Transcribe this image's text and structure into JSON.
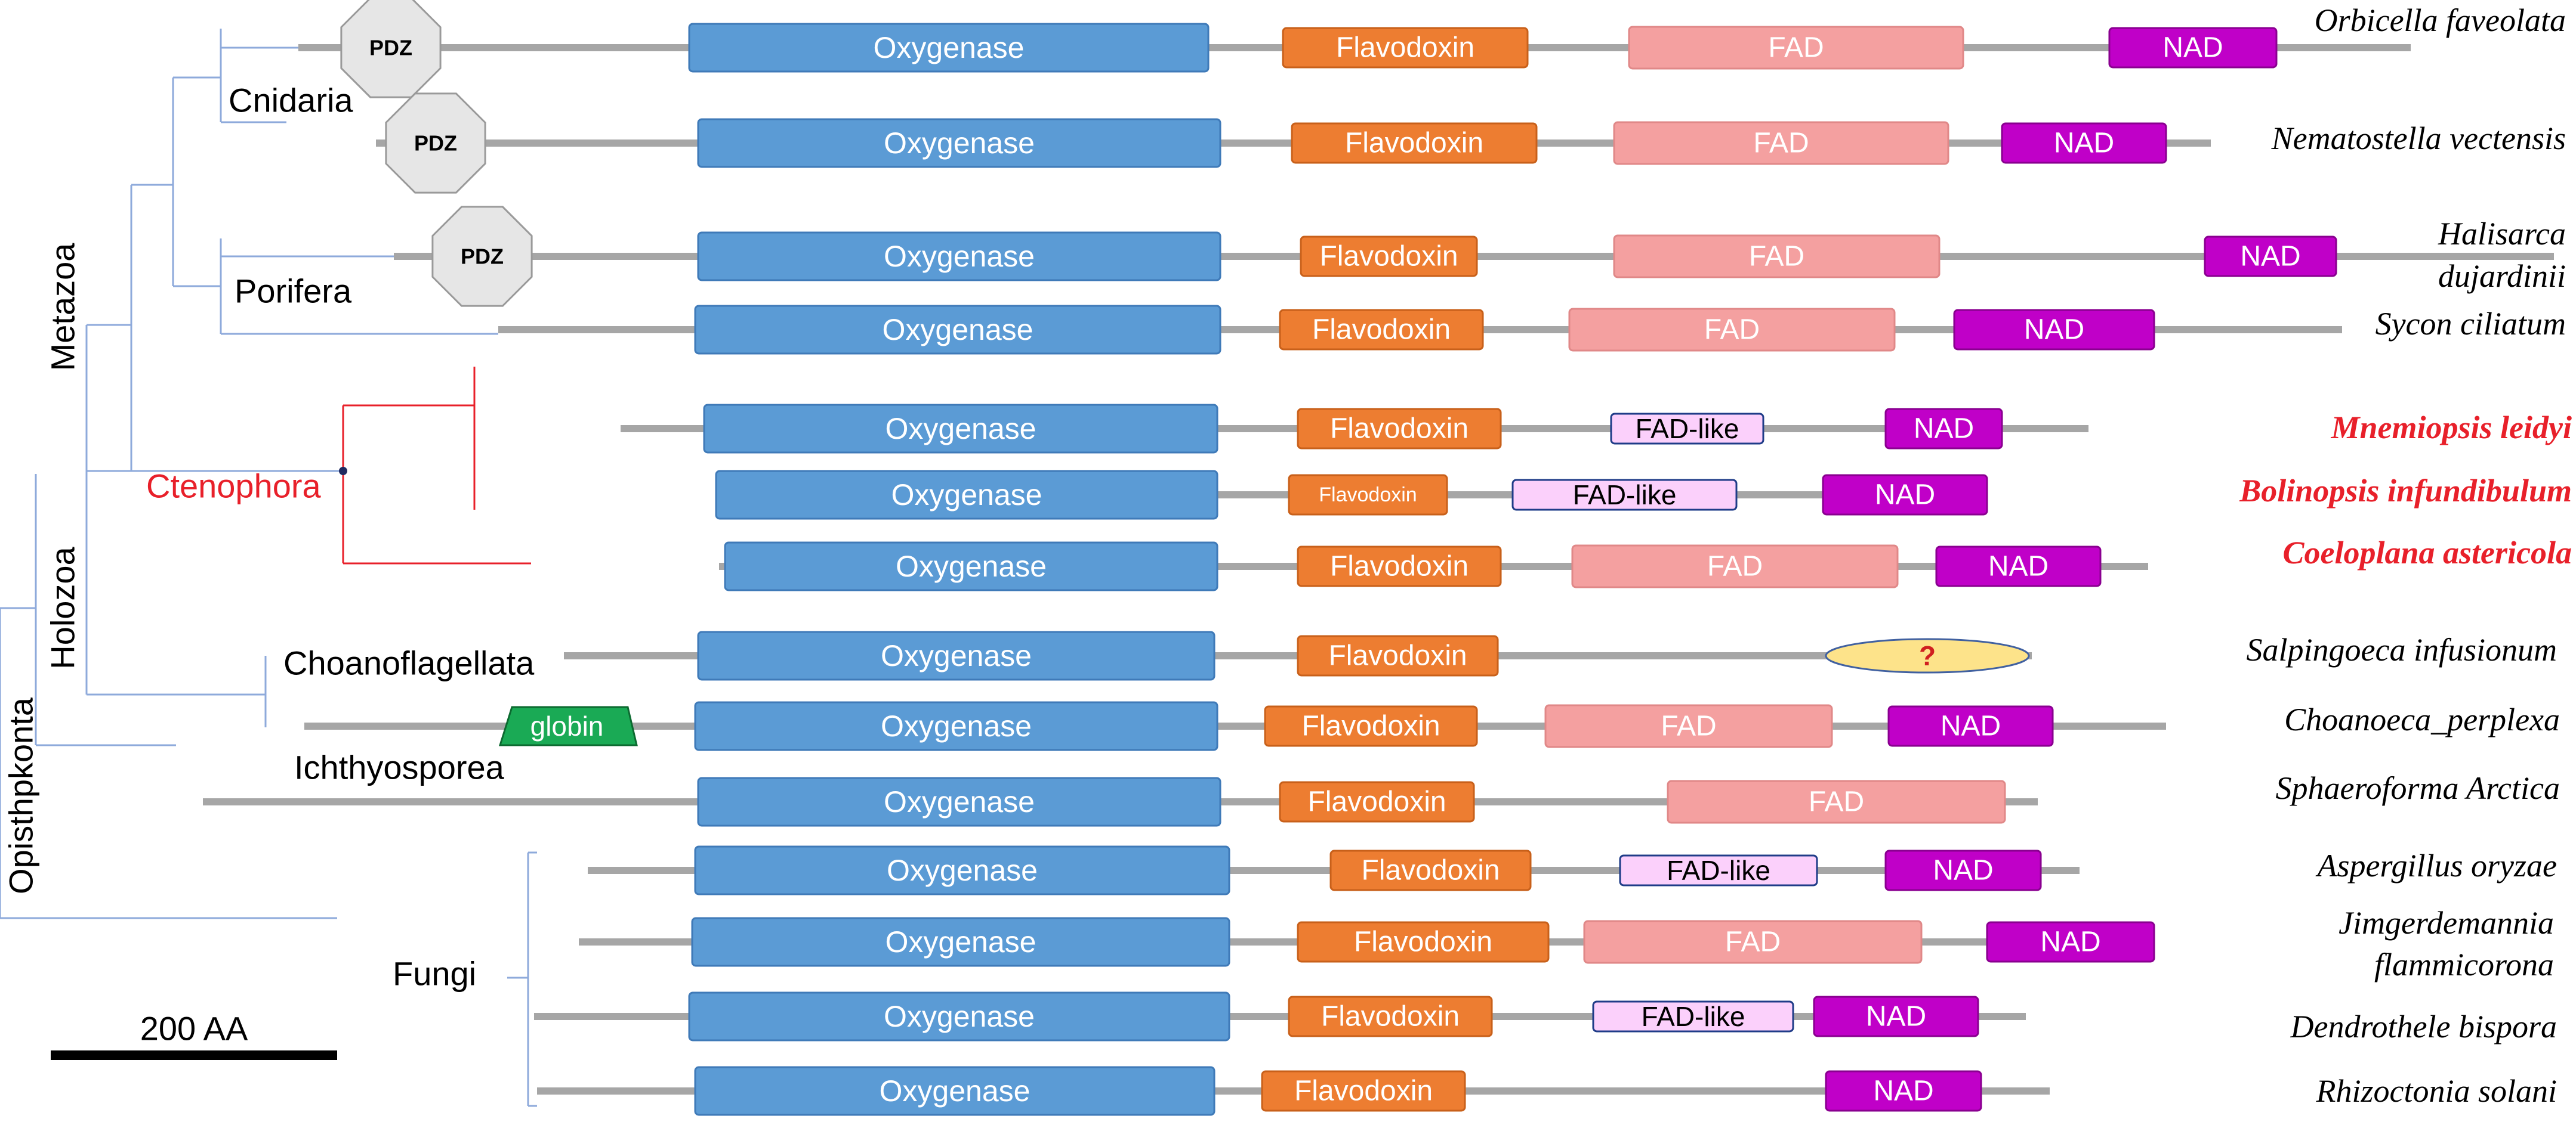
{
  "colors": {
    "backbone": "#a6a6a6",
    "tree_branch": "#8eaadb",
    "ctenophore_red": "#e8202a",
    "oxygenase": "#5b9bd5",
    "flavodoxin": "#ed7d31",
    "fad": "#f4a0a0",
    "fad_like_fill": "#fbd0fb",
    "fad_like_border": "#1f3c88",
    "nad": "#c000c8",
    "pdz_fill": "#e6e6e6",
    "globin": "#1aaa55",
    "unknown_fill": "#fde38a",
    "unknown_text": "#d02020",
    "scale_bar": "#000000"
  },
  "tree": {
    "clades": {
      "cnidaria": "Cnidaria",
      "porifera": "Porifera",
      "metazoa": "Metazoa",
      "ctenophora": "Ctenophora",
      "holozoa": "Holozoa",
      "choanoflagellata": "Choanoflagellata",
      "opisthokonta": "Opisthpkonta",
      "ichthyosporea": "Ichthyosporea",
      "fungi": "Fungi"
    }
  },
  "scale_bar": {
    "label": "200 AA"
  },
  "proteins": [
    {
      "species": "Orbicella faveolata",
      "ctenophore": false,
      "domains": [
        {
          "type": "pdz",
          "label": "PDZ"
        },
        {
          "type": "oxygenase",
          "label": "Oxygenase"
        },
        {
          "type": "flavodoxin",
          "label": "Flavodoxin"
        },
        {
          "type": "fad",
          "label": "FAD"
        },
        {
          "type": "nad",
          "label": "NAD"
        }
      ]
    },
    {
      "species": "Nematostella vectensis",
      "ctenophore": false,
      "domains": [
        {
          "type": "pdz",
          "label": "PDZ"
        },
        {
          "type": "oxygenase",
          "label": "Oxygenase"
        },
        {
          "type": "flavodoxin",
          "label": "Flavodoxin"
        },
        {
          "type": "fad",
          "label": "FAD"
        },
        {
          "type": "nad",
          "label": "NAD"
        }
      ]
    },
    {
      "species": [
        "Halisarca",
        "dujardinii"
      ],
      "ctenophore": false,
      "domains": [
        {
          "type": "pdz",
          "label": "PDZ"
        },
        {
          "type": "oxygenase",
          "label": "Oxygenase"
        },
        {
          "type": "flavodoxin",
          "label": "Flavodoxin"
        },
        {
          "type": "fad",
          "label": "FAD"
        },
        {
          "type": "nad",
          "label": "NAD"
        }
      ]
    },
    {
      "species": "Sycon ciliatum",
      "ctenophore": false,
      "domains": [
        {
          "type": "oxygenase",
          "label": "Oxygenase"
        },
        {
          "type": "flavodoxin",
          "label": "Flavodoxin"
        },
        {
          "type": "fad",
          "label": "FAD"
        },
        {
          "type": "nad",
          "label": "NAD"
        }
      ]
    },
    {
      "species": "Mnemiopsis leidyi",
      "ctenophore": true,
      "domains": [
        {
          "type": "oxygenase",
          "label": "Oxygenase"
        },
        {
          "type": "flavodoxin",
          "label": "Flavodoxin"
        },
        {
          "type": "fad-like",
          "label": "FAD-like"
        },
        {
          "type": "nad",
          "label": "NAD"
        }
      ]
    },
    {
      "species": "Bolinopsis infundibulum",
      "ctenophore": true,
      "domains": [
        {
          "type": "oxygenase",
          "label": "Oxygenase"
        },
        {
          "type": "flavodoxin",
          "label": "Flavodoxin"
        },
        {
          "type": "fad-like",
          "label": "FAD-like"
        },
        {
          "type": "nad",
          "label": "NAD"
        }
      ]
    },
    {
      "species": "Coeloplana astericola",
      "ctenophore": true,
      "domains": [
        {
          "type": "oxygenase",
          "label": "Oxygenase"
        },
        {
          "type": "flavodoxin",
          "label": "Flavodoxin"
        },
        {
          "type": "fad",
          "label": "FAD"
        },
        {
          "type": "nad",
          "label": "NAD"
        }
      ]
    },
    {
      "species": "Salpingoeca infusionum",
      "ctenophore": false,
      "domains": [
        {
          "type": "oxygenase",
          "label": "Oxygenase"
        },
        {
          "type": "flavodoxin",
          "label": "Flavodoxin"
        },
        {
          "type": "unknown",
          "label": "?"
        }
      ]
    },
    {
      "species": "Choanoeca_perplexa",
      "ctenophore": false,
      "domains": [
        {
          "type": "globin",
          "label": "globin"
        },
        {
          "type": "oxygenase",
          "label": "Oxygenase"
        },
        {
          "type": "flavodoxin",
          "label": "Flavodoxin"
        },
        {
          "type": "fad",
          "label": "FAD"
        },
        {
          "type": "nad",
          "label": "NAD"
        }
      ]
    },
    {
      "species": "Sphaeroforma Arctica",
      "ctenophore": false,
      "domains": [
        {
          "type": "oxygenase",
          "label": "Oxygenase"
        },
        {
          "type": "flavodoxin",
          "label": "Flavodoxin"
        },
        {
          "type": "fad",
          "label": "FAD"
        }
      ]
    },
    {
      "species": "Aspergillus oryzae",
      "ctenophore": false,
      "domains": [
        {
          "type": "oxygenase",
          "label": "Oxygenase"
        },
        {
          "type": "flavodoxin",
          "label": "Flavodoxin"
        },
        {
          "type": "fad-like",
          "label": "FAD-like"
        },
        {
          "type": "nad",
          "label": "NAD"
        }
      ]
    },
    {
      "species": [
        "Jimgerdemannia",
        "flammicorona"
      ],
      "ctenophore": false,
      "domains": [
        {
          "type": "oxygenase",
          "label": "Oxygenase"
        },
        {
          "type": "flavodoxin",
          "label": "Flavodoxin"
        },
        {
          "type": "fad",
          "label": "FAD"
        },
        {
          "type": "nad",
          "label": "NAD"
        }
      ]
    },
    {
      "species": "Dendrothele bispora",
      "ctenophore": false,
      "domains": [
        {
          "type": "oxygenase",
          "label": "Oxygenase"
        },
        {
          "type": "flavodoxin",
          "label": "Flavodoxin"
        },
        {
          "type": "fad-like",
          "label": "FAD-like"
        },
        {
          "type": "nad",
          "label": "NAD"
        }
      ]
    },
    {
      "species": "Rhizoctonia solani",
      "ctenophore": false,
      "domains": [
        {
          "type": "oxygenase",
          "label": "Oxygenase"
        },
        {
          "type": "flavodoxin",
          "label": "Flavodoxin"
        },
        {
          "type": "nad",
          "label": "NAD"
        }
      ]
    }
  ]
}
